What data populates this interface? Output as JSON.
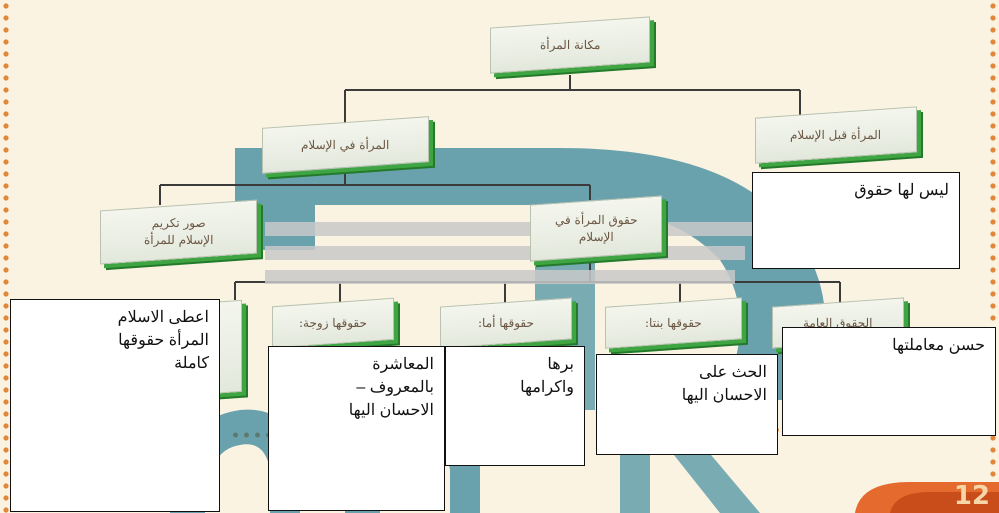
{
  "diagram": {
    "root": "مكانة المرأة",
    "level1": {
      "left": "المرأة في الإسلام",
      "right": "المرأة قبل الإسلام"
    },
    "level2": {
      "left": "صور تكريم\nالإسلام للمرأة",
      "right": "حقوق المرأة في\nالإسلام"
    },
    "level3": [
      "حقوقها زوجة:",
      "حقوقها أما:",
      "حقوقها بنتا:",
      "الحقوق العامة",
      ""
    ]
  },
  "answers": {
    "before_islam": "ليس لها حقوق",
    "islam_gave": "اعطى الاسلام\nالمرأة حقوقها\n كاملة",
    "wife": "المعاشرة\nبالمعروف –\nالاحسان اليها",
    "mother": "برها\nواكرامها",
    "daughter": "الحث على\nالاحسان اليها",
    "general": "حسن معاملتها"
  },
  "page_number": "12",
  "colors": {
    "node_shadow": "#3fa543",
    "dots": "#e0873a",
    "watermark": "#0e6f8d"
  }
}
